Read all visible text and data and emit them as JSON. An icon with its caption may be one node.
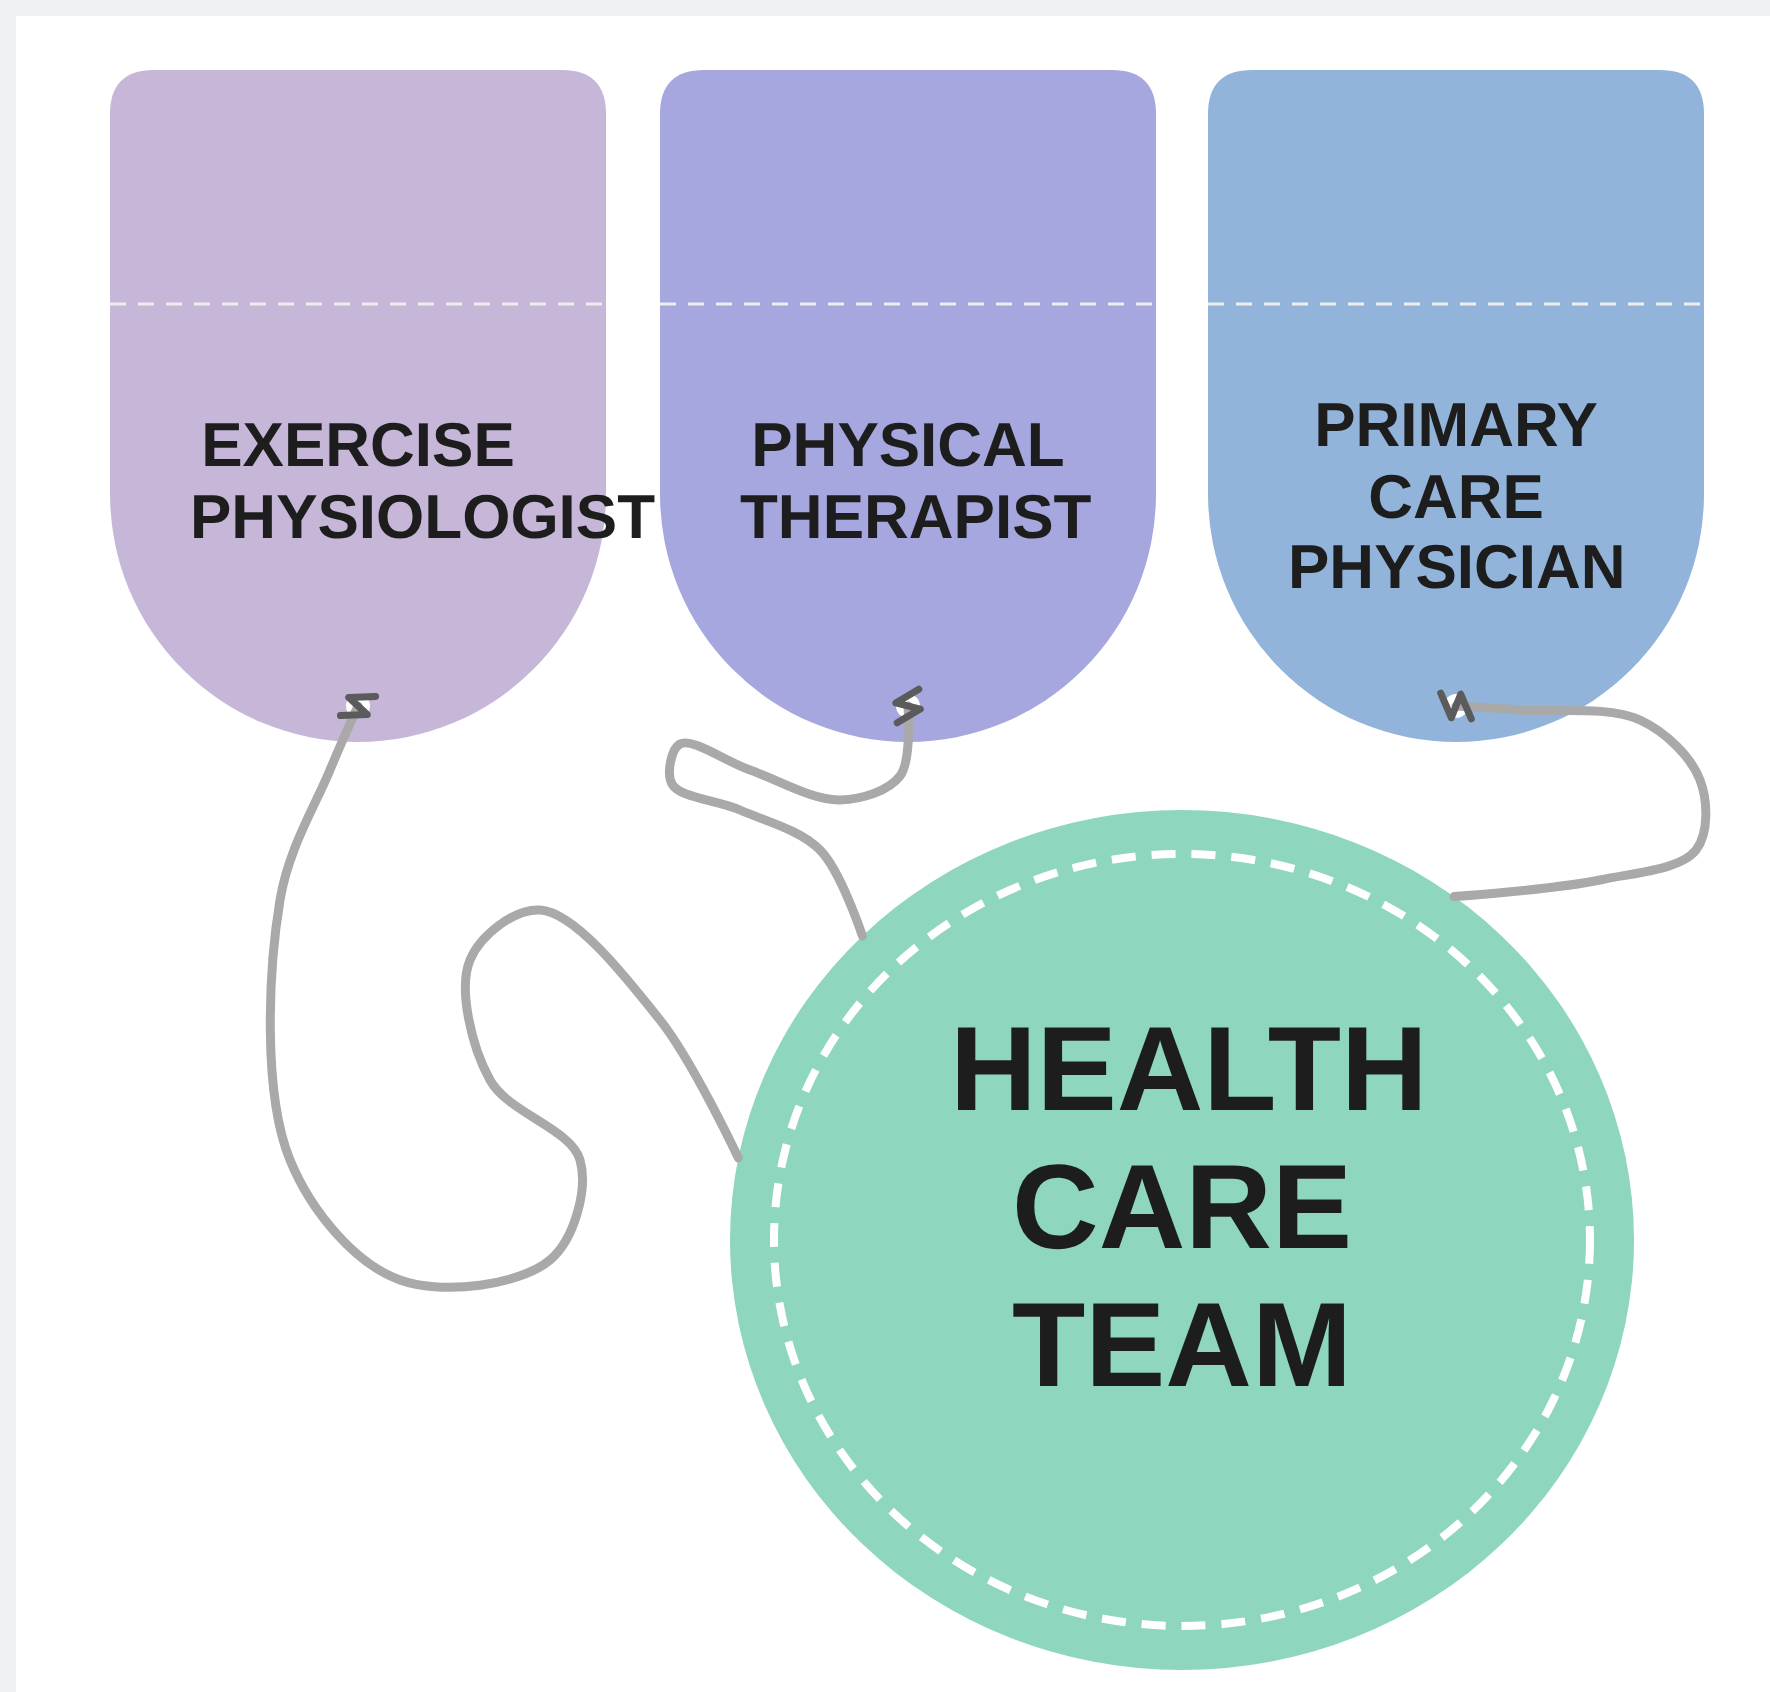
{
  "diagram": {
    "nodes": [
      {
        "text": [
          "EXERCISE PHYSIOLOGIST"
        ]
      },
      {
        "text": [
          "PHYSICAL THERAPIST"
        ]
      },
      {
        "text": [
          "PRIMARY CARE PHYSICIAN"
        ]
      },
      {
        "text": [
          "HEALTH CARE TEAM"
        ]
      }
    ],
    "edges": [
      {
        "from": 3,
        "to": 0,
        "arrow": "other"
      },
      {
        "from": 3,
        "to": 1,
        "arrow": "other"
      },
      {
        "from": 3,
        "to": 2,
        "arrow": "other"
      }
    ]
  }
}
